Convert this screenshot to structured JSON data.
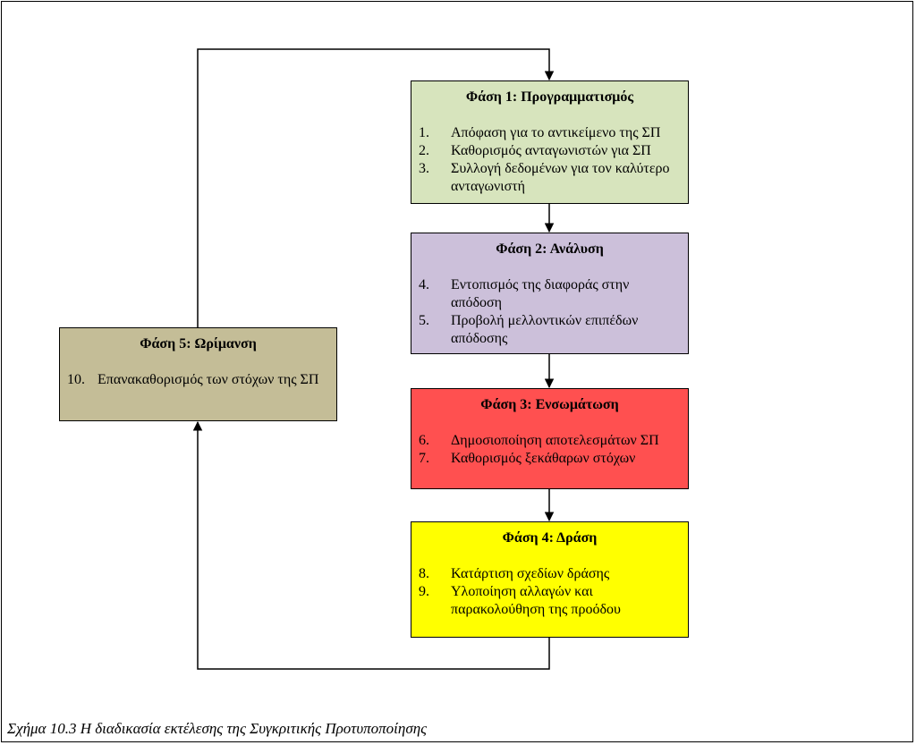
{
  "colors": {
    "phase1": "#d7e4bd",
    "phase2": "#ccc0da",
    "phase3": "#ff5050",
    "phase4": "#ffff00",
    "phase5": "#c4bd97"
  },
  "phases": [
    {
      "title": "Φάση 1: Προγραμματισμός",
      "items": [
        {
          "num": "1.",
          "text": "Απόφαση για το αντικείμενο της ΣΠ"
        },
        {
          "num": "2.",
          "text": "Καθορισμός ανταγωνιστών για ΣΠ"
        },
        {
          "num": "3.",
          "text": "Συλλογή δεδομένων για τον καλύτερο ανταγωνιστή"
        }
      ]
    },
    {
      "title": "Φάση 2: Ανάλυση",
      "items": [
        {
          "num": "4.",
          "text": "Εντοπισμός της διαφοράς στην απόδοση"
        },
        {
          "num": "5.",
          "text": "Προβολή μελλοντικών επιπέδων απόδοσης"
        }
      ]
    },
    {
      "title": "Φάση 3: Ενσωμάτωση",
      "items": [
        {
          "num": "6.",
          "text": "Δημοσιοποίηση αποτελεσμάτων ΣΠ"
        },
        {
          "num": "7.",
          "text": "Καθορισμός ξεκάθαρων στόχων"
        }
      ]
    },
    {
      "title": "Φάση 4: Δράση",
      "items": [
        {
          "num": "8.",
          "text": "Κατάρτιση σχεδίων δράσης"
        },
        {
          "num": "9.",
          "text": "Υλοποίηση αλλαγών και παρακολούθηση της προόδου"
        }
      ]
    },
    {
      "title": "Φάση 5: Ωρίμανση",
      "items": [
        {
          "num": "10.",
          "text": "Επανακαθορισμός των στόχων της ΣΠ"
        }
      ]
    }
  ],
  "caption": "Σχήμα 10.3 Η διαδικασία εκτέλεσης της Συγκριτικής Προτυποποίησης"
}
